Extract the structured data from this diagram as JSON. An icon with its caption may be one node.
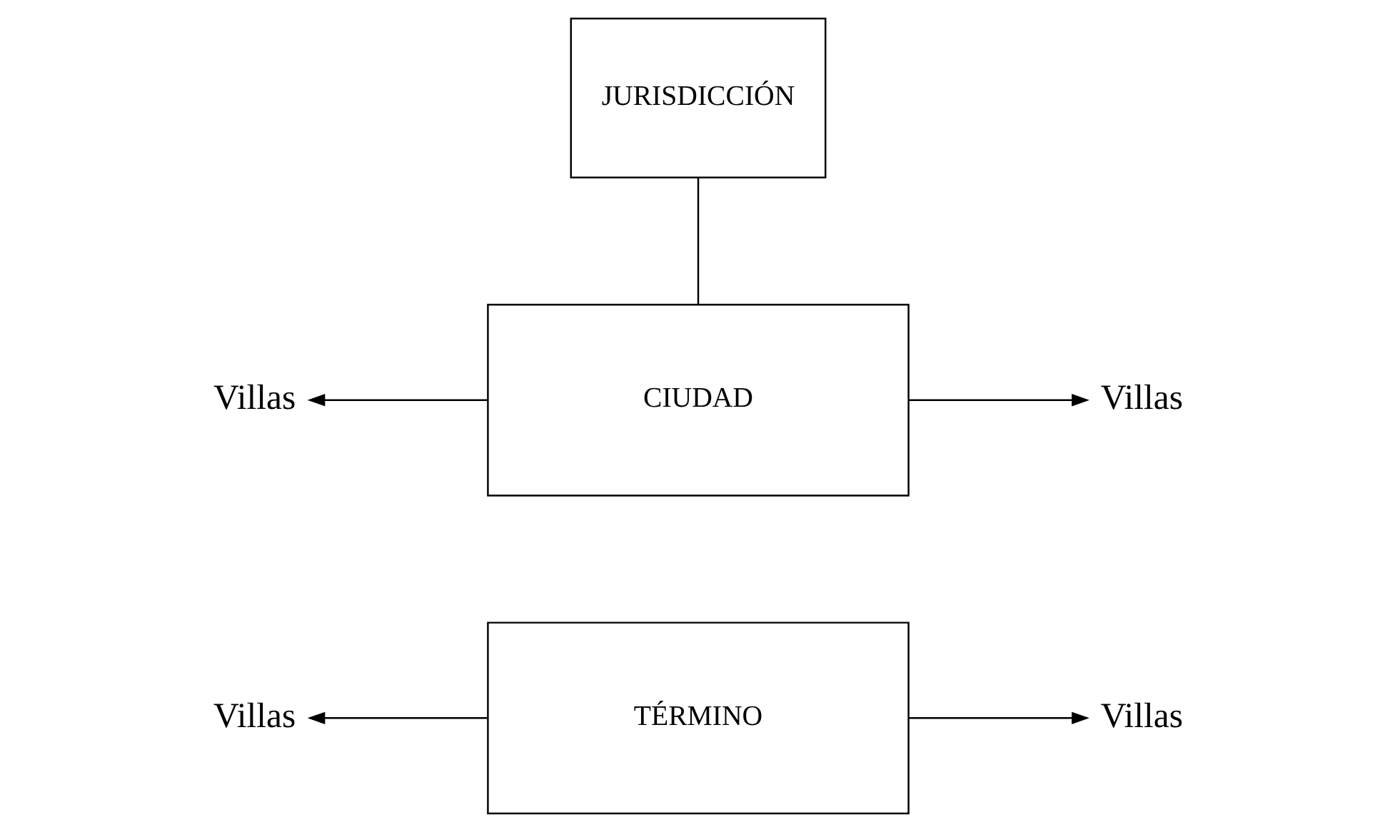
{
  "diagram": {
    "nodes": [
      {
        "text": [
          "JURISDICCIÓN"
        ]
      },
      {
        "text": [
          "Villas"
        ]
      },
      {
        "text": [
          "CIUDAD"
        ]
      },
      {
        "text": [
          "Villas"
        ]
      },
      {
        "text": [
          "Villas"
        ]
      },
      {
        "text": [
          "TÉRMINO"
        ]
      },
      {
        "text": [
          "Villas"
        ]
      }
    ],
    "edges": [
      {
        "from": 0,
        "to": 2,
        "arrow": "none"
      },
      {
        "from": 2,
        "to": 1,
        "arrow": "to"
      },
      {
        "from": 2,
        "to": 3,
        "arrow": "to"
      },
      {
        "from": 5,
        "to": 4,
        "arrow": "to"
      },
      {
        "from": 5,
        "to": 6,
        "arrow": "to"
      }
    ]
  }
}
